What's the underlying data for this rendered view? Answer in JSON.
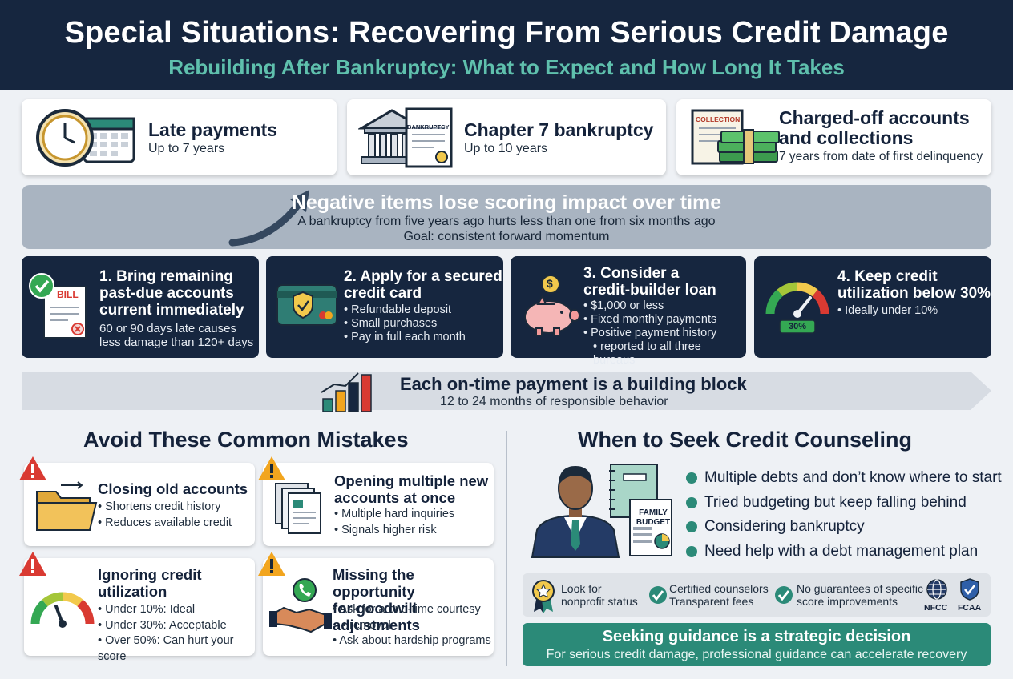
{
  "header": {
    "title": "Special Situations: Recovering From Serious Credit Damage",
    "subtitle": "Rebuilding After Bankruptcy: What to Expect and How Long It Takes"
  },
  "timelines": [
    {
      "title": "Late payments",
      "detail": "Up to 7 years",
      "icon": "clock-calendar-icon"
    },
    {
      "title": "Chapter 7 bankruptcy",
      "detail": "Up to 10 years",
      "icon": "courthouse-document-icon",
      "doc_label": "BANKRUPTCY"
    },
    {
      "title": "Charged-off accounts and collections",
      "title_line1": "Charged-off accounts",
      "title_line2": "and collections",
      "detail": "7 years from date of first delinquency",
      "icon": "collection-cash-icon",
      "doc_label": "COLLECTION"
    }
  ],
  "impact": {
    "title": "Negative items lose scoring impact over time",
    "line1": "A bankruptcy from five years ago hurts less than one from six months ago",
    "line2": "Goal: consistent forward momentum"
  },
  "steps": [
    {
      "title_lines": [
        "1. Bring remaining",
        "past-due accounts",
        "current immediately"
      ],
      "note_lines": [
        "60 or 90 days late causes",
        "less damage than 120+ days"
      ],
      "icon": "bill-icon",
      "icon_label": "BILL"
    },
    {
      "title_lines": [
        "2. Apply for a secured",
        "credit card"
      ],
      "bullets": [
        "Refundable deposit",
        "Small purchases",
        "Pay in full each month"
      ],
      "icon": "credit-card-icon"
    },
    {
      "title_lines": [
        "3. Consider a",
        "credit-builder loan"
      ],
      "bullets": [
        "$1,000 or less",
        "Fixed monthly payments",
        "Positive payment history"
      ],
      "bullet_extra": "reported to all three bureaus",
      "icon": "piggy-bank-icon",
      "icon_label": "$"
    },
    {
      "title_lines": [
        "4. Keep credit",
        "utilization below 30%"
      ],
      "bullets": [
        "Ideally under 10%"
      ],
      "icon": "gauge-icon",
      "icon_label": "30%"
    }
  ],
  "building": {
    "title": "Each on-time payment is a building block",
    "subtitle": "12 to 24 months of responsible behavior"
  },
  "mistakes": {
    "heading": "Avoid These Common Mistakes",
    "items": [
      {
        "title_lines": [
          "Closing old accounts"
        ],
        "bullets": [
          "Shortens credit history",
          "Reduces available credit"
        ],
        "icon": "folder-icon"
      },
      {
        "title_lines": [
          "Opening multiple new",
          "accounts at once"
        ],
        "bullets": [
          "Multiple hard inquiries",
          "Signals higher risk"
        ],
        "icon": "documents-icon"
      },
      {
        "title_lines": [
          "Ignoring credit",
          "utilization"
        ],
        "bullets": [
          "Under 10%: Ideal",
          "Under 30%: Acceptable",
          "Over 50%: Can hurt your score"
        ],
        "icon": "gauge-icon"
      },
      {
        "title_lines": [
          "Missing the opportunity",
          "for goodwill adjustments"
        ],
        "bullets": [
          "Ask for a one-time courtesy",
          "Ask about hardship programs"
        ],
        "bullet_extra": "removal",
        "icon": "handshake-phone-icon"
      }
    ]
  },
  "counseling": {
    "heading": "When to Seek Credit Counseling",
    "binder_label_1": "FAMILY",
    "binder_label_2": "BUDGET",
    "bullets": [
      "Multiple debts and don’t know where to start",
      "Tried budgeting but keep falling behind",
      "Considering bankruptcy",
      "Need help with a debt management plan"
    ],
    "badges": [
      {
        "line1": "Look for",
        "line2": "nonprofit status",
        "icon": "award-ribbon-icon"
      },
      {
        "line1": "Certified counselors",
        "line2": "Transparent fees",
        "icon": "check-circle-icon"
      },
      {
        "line1": "No guarantees of specific",
        "line2": "score improvements",
        "icon": "check-circle-icon"
      }
    ],
    "orgs": [
      "NFCC",
      "FCAA"
    ]
  },
  "guidance": {
    "title": "Seeking guidance is a strategic decision",
    "subtitle": "For serious credit damage, professional guidance can accelerate recovery"
  },
  "colors": {
    "navy": "#16263f",
    "teal": "#2b8a78",
    "mint": "#5fc0ad",
    "warning": "#d93a32",
    "caution": "#f2a51e"
  }
}
